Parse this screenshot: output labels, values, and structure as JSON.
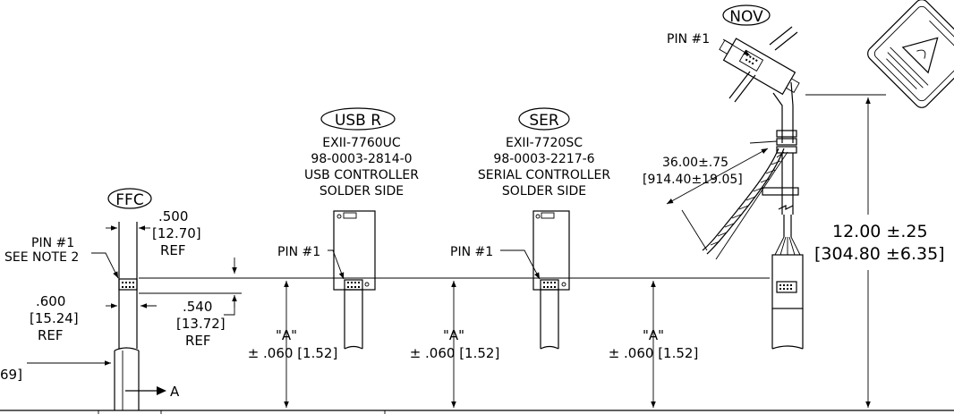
{
  "labels": {
    "ffc": "FFC",
    "usb": "USB R",
    "ser": "SER",
    "nov": "NOV",
    "pin1": "PIN #1",
    "see_note": "SEE NOTE 2",
    "dim_500": ".500",
    "dim_1270": "[12.70]",
    "ref": "REF",
    "dim_600": ".600",
    "dim_1524": "[15.24]",
    "dim_540": ".540",
    "dim_1372": "[13.72]",
    "dim_69": "69]",
    "section_a": "A",
    "dim_a": "\"A\"",
    "tol_a": "± .060 [1.52]",
    "usb_line1": "EXII-7760UC",
    "usb_line2": "98-0003-2814-0",
    "usb_line3": "USB CONTROLLER",
    "usb_line4": "SOLDER SIDE",
    "ser_line1": "EXII-7720SC",
    "ser_line2": "98-0003-2217-6",
    "ser_line3": "SERIAL CONTROLLER",
    "ser_line4": "SOLDER SIDE",
    "cable_len": "36.00±.75",
    "cable_len_mm": "[914.40±19.05]",
    "height": "12.00 ±.25",
    "height_mm": "[304.80 ±6.35]"
  }
}
